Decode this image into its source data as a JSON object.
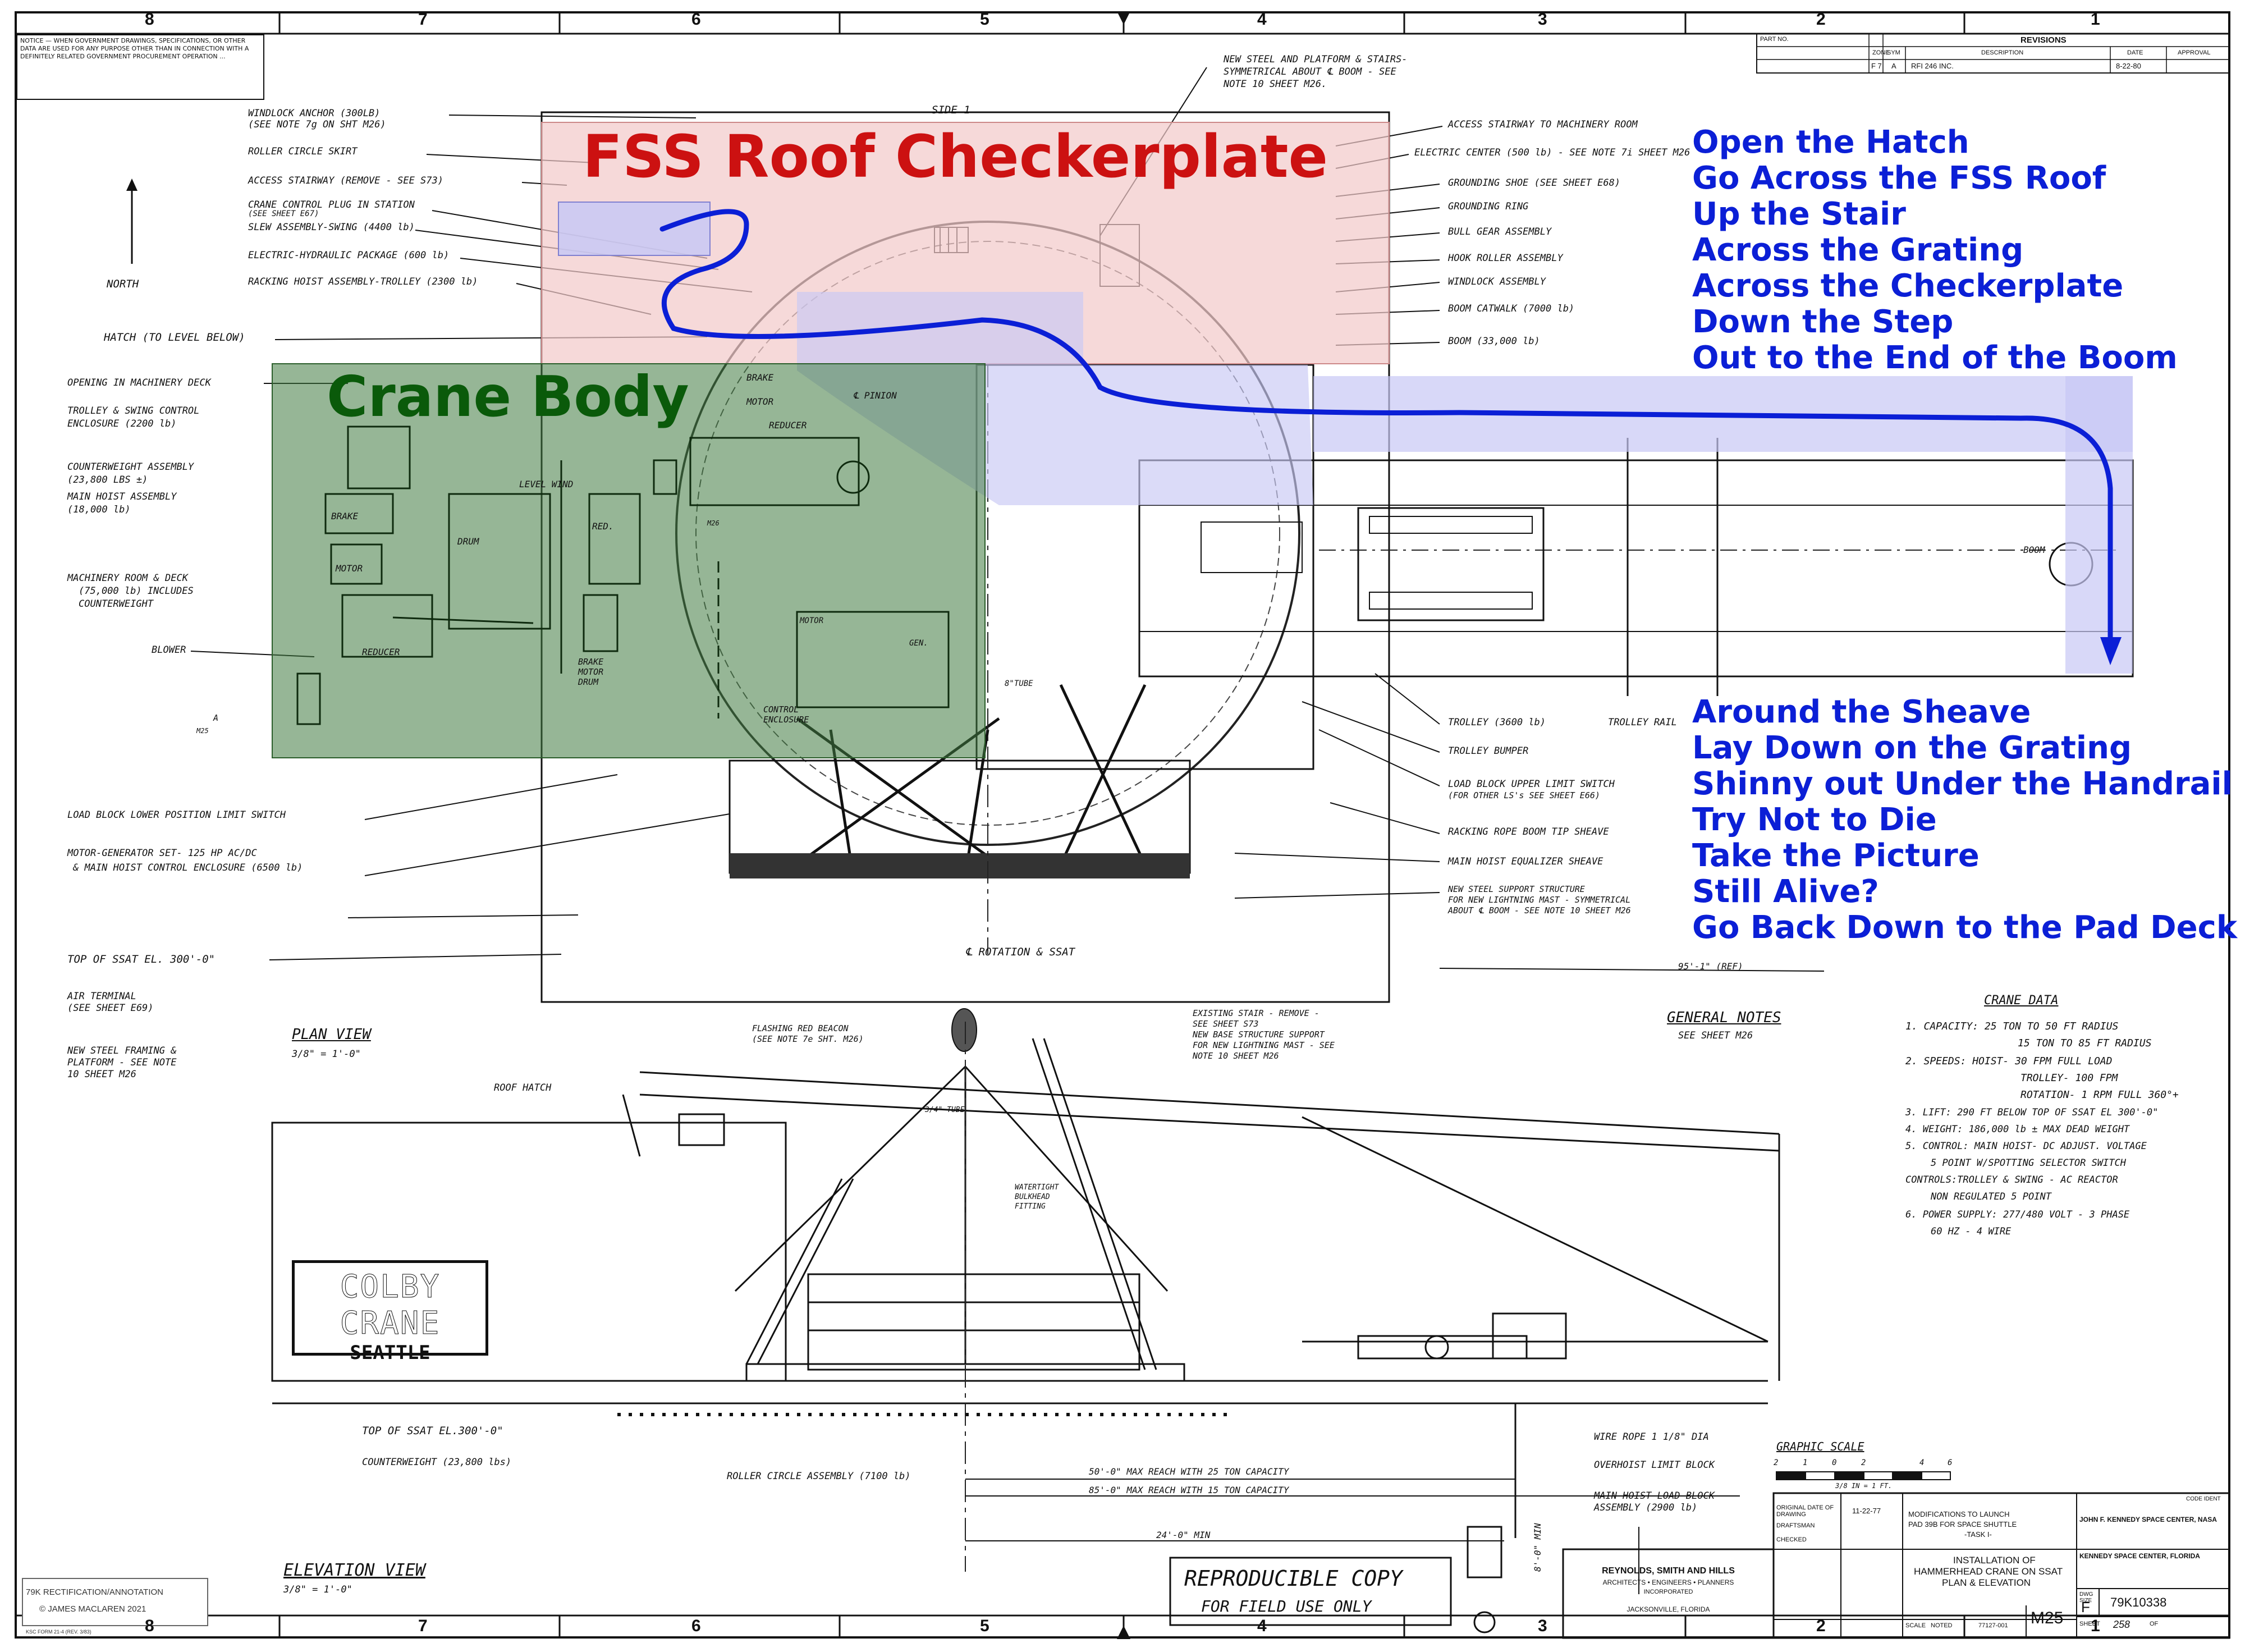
{
  "zone_numbers": [
    "8",
    "7",
    "6",
    "5",
    "4",
    "3",
    "2",
    "1"
  ],
  "corner_notice": "NOTICE — WHEN GOVERNMENT DRAWINGS, SPECIFICATIONS, OR OTHER DATA ARE USED FOR ANY PURPOSE OTHER THAN IN CONNECTION WITH A DEFINITELY RELATED GOVERNMENT PROCUREMENT OPERATION ...",
  "revisions": {
    "header": "REVISIONS",
    "part_no": "PART NO.",
    "cols": [
      "ZONE",
      "SYM",
      "DESCRIPTION",
      "DATE",
      "APPROVAL"
    ],
    "row": [
      "F 7",
      "A",
      "RFI 246 INC.",
      "8-22-80",
      ""
    ]
  },
  "overlays": {
    "roof_title": "FSS Roof Checkerplate",
    "crane_title": "Crane Body"
  },
  "route_steps_top": [
    "Open the Hatch",
    "Go Across the FSS Roof",
    "Up the Stair",
    "Across the Grating",
    "Across the Checkerplate",
    "Down the Step",
    "Out to the End of the Boom"
  ],
  "route_steps_bottom": [
    "Around the Sheave",
    "Lay Down on the Grating",
    "Shinny out Under the Handrail",
    "Try Not to Die",
    "Take the Picture",
    "Still Alive?",
    "Go Back Down to the Pad Deck"
  ],
  "left_labels": [
    "WINDLOCK ANCHOR (300LB)",
    "(SEE NOTE 7g ON SHT M26)",
    "ROLLER CIRCLE SKIRT",
    "ACCESS STAIRWAY (REMOVE - SEE S73)",
    "CRANE CONTROL PLUG IN STATION",
    "(SEE SHEET E67)",
    "SLEW ASSEMBLY-SWING (4400 lb)",
    "ELECTRIC-HYDRAULIC PACKAGE (600 lb)",
    "RACKING HOIST ASSEMBLY-TROLLEY (2300 lb)",
    "NORTH",
    "HATCH (TO LEVEL BELOW)",
    "OPENING IN MACHINERY DECK",
    "TROLLEY & SWING CONTROL",
    "ENCLOSURE (2200 lb)",
    "COUNTERWEIGHT ASSEMBLY",
    "(23,800 LBS ±)",
    "MAIN HOIST ASSEMBLY",
    "(18,000 lb)",
    "MACHINERY ROOM & DECK",
    "(75,000 lb) INCLUDES",
    "COUNTERWEIGHT",
    "BLOWER",
    "LOAD BLOCK LOWER POSITION LIMIT SWITCH",
    "MOTOR-GENERATOR SET- 125 HP AC/DC",
    "& MAIN HOIST CONTROL ENCLOSURE (6500 lb)",
    "TOP OF SSAT EL. 300'-0\"",
    "AIR TERMINAL",
    "(SEE SHEET E69)",
    "NEW STEEL FRAMING &",
    "PLATFORM - SEE NOTE",
    "10 SHEET M26"
  ],
  "right_labels": [
    "ACCESS STAIRWAY TO MACHINERY ROOM",
    "ELECTRIC CENTER (500 lb) - SEE NOTE 7i SHEET M26",
    "GROUNDING SHOE (SEE SHEET E68)",
    "GROUNDING RING",
    "BULL GEAR ASSEMBLY",
    "HOOK ROLLER ASSEMBLY",
    "WINDLOCK ASSEMBLY",
    "BOOM CATWALK (7000 lb)",
    "BOOM (33,000 lb)",
    "TROLLEY (3600 lb)",
    "TROLLEY RAIL",
    "TROLLEY BUMPER",
    "LOAD BLOCK UPPER LIMIT SWITCH",
    "(FOR OTHER LS's SEE SHEET E66)",
    "RACKING ROPE BOOM TIP SHEAVE",
    "MAIN HOIST EQUALIZER SHEAVE",
    "NEW STEEL SUPPORT STRUCTURE",
    "FOR NEW LIGHTNING MAST - SYMMETRICAL",
    "ABOUT ℄ BOOM - SEE NOTE 10 SHEET M26"
  ],
  "top_labels": [
    "NEW STEEL AND PLATFORM & STAIRS-",
    "SYMMETRICAL ABOUT ℄ BOOM - SEE",
    "NOTE 10 SHEET M26.",
    "SIDE 1"
  ],
  "machinery_labels": [
    "BRAKE",
    "MOTOR",
    "REDUCER",
    "℄ PINION",
    "LEVEL WIND",
    "DRUM",
    "RED.",
    "BRAKE",
    "MOTOR",
    "REDUCER",
    "BRAKE MOTOR DRUM",
    "MOTOR",
    "GEN.",
    "CONTROL ENCLOSURE",
    "A",
    "M25",
    "M26",
    "8\"TUBE",
    "BOOM"
  ],
  "plan_bottom_labels": [
    "℄ ROTATION & SSAT",
    "95'-1\" (REF)"
  ],
  "view_titles": {
    "plan": "PLAN VIEW",
    "plan_scale": "3/8\" = 1'-0\"",
    "elevation": "ELEVATION VIEW",
    "elevation_scale": "3/8\" = 1'-0\""
  },
  "elevation_labels": [
    "FLASHING RED BEACON",
    "(SEE NOTE 7e SHT. M26)",
    "EXISTING STAIR - REMOVE -",
    "SEE SHEET S73",
    "NEW BASE STRUCTURE SUPPORT",
    "FOR NEW LIGHTNING MAST - SEE",
    "NOTE 10 SHEET M26",
    "ROOF HATCH",
    "3/4\" TUBE",
    "WATERTIGHT",
    "BULKHEAD",
    "FITTING",
    "TOP OF SSAT EL.300'-0\"",
    "COUNTERWEIGHT (23,800 lbs)",
    "ROLLER CIRCLE ASSEMBLY (7100 lb)",
    "50'-0\" MAX REACH WITH 25 TON CAPACITY",
    "85'-0\" MAX REACH WITH 15 TON CAPACITY",
    "24'-0\" MIN",
    "WIRE ROPE 1 1/8\" DIA",
    "OVERHOIST LIMIT BLOCK",
    "MAIN HOIST LOAD BLOCK",
    "ASSEMBLY (2900 lb)",
    "8'-0\" MIN"
  ],
  "colby": {
    "line1": "COLBY CRANE",
    "line2": "SEATTLE"
  },
  "general_notes": {
    "title": "GENERAL NOTES",
    "sub": "SEE SHEET M26"
  },
  "crane_data": {
    "title": "CRANE DATA",
    "lines": [
      "1. CAPACITY: 25 TON TO 50 FT RADIUS",
      "15 TON TO 85 FT RADIUS",
      "2. SPEEDS: HOIST- 30 FPM FULL LOAD",
      "TROLLEY- 100 FPM",
      "ROTATION- 1 RPM FULL 360°+",
      "3. LIFT: 290 FT BELOW TOP OF SSAT EL 300'-0\"",
      "4. WEIGHT: 186,000 lb ± MAX DEAD WEIGHT",
      "5. CONTROL: MAIN HOIST- DC ADJUST. VOLTAGE",
      "5 POINT W/SPOTTING SELECTOR SWITCH",
      "CONTROLS:TROLLEY & SWING - AC REACTOR",
      "NON REGULATED 5 POINT",
      "6. POWER SUPPLY: 277/480 VOLT - 3 PHASE",
      "60 HZ - 4 WIRE"
    ]
  },
  "graphic_scale": {
    "title": "GRAPHIC SCALE",
    "ticks": [
      "2",
      "1",
      "0",
      "2",
      "4",
      "6"
    ],
    "unit": "3/8 IN = 1 FT."
  },
  "stamp": {
    "line1": "REPRODUCIBLE COPY",
    "line2": "FOR FIELD USE ONLY"
  },
  "title_block": {
    "original_date_label": "ORIGINAL DATE OF DRAWING",
    "original_date": "11-22-77",
    "drafted": "DRAFTSMAN",
    "checked": "CHECKED",
    "firm": "REYNOLDS, SMITH AND HILLS",
    "firm_sub": "ARCHITECTS • ENGINEERS • PLANNERS",
    "firm_inc": "INCORPORATED",
    "firm_city": "JACKSONVILLE, FLORIDA",
    "mod1": "MODIFICATIONS TO LAUNCH",
    "mod2": "PAD 39B FOR SPACE SHUTTLE",
    "mod3": "-TASK I-",
    "inst1": "INSTALLATION OF",
    "inst2": "HAMMERHEAD CRANE ON SSAT",
    "inst3": "PLAN & ELEVATION",
    "center1": "JOHN F. KENNEDY SPACE CENTER, NASA",
    "center2": "KENNEDY SPACE CENTER, FLORIDA",
    "size_label": "DWG SIZE",
    "size": "F",
    "dwg_no": "79K10338",
    "sheet_label": "SHEET",
    "sheet": "258",
    "of": "OF",
    "sheet_id": "M25",
    "scale_label": "SCALE",
    "scale": "NOTED",
    "job": "77127-001",
    "code_label": "CODE IDENT"
  },
  "credit": {
    "line1": "79K RECTIFICATION/ANNOTATION",
    "line2": "© JAMES MACLAREN 2021"
  },
  "footer_tiny": "KSC FORM 21-4 (REV. 3/83)",
  "colors": {
    "route": "#0b1fd6",
    "roof_fill": "#f2c9c9",
    "roof_text": "#cc1111",
    "crane_fill": "#3f7a3f",
    "crane_text": "#0a5a0a",
    "grating_fill": "#c8c8f5"
  }
}
